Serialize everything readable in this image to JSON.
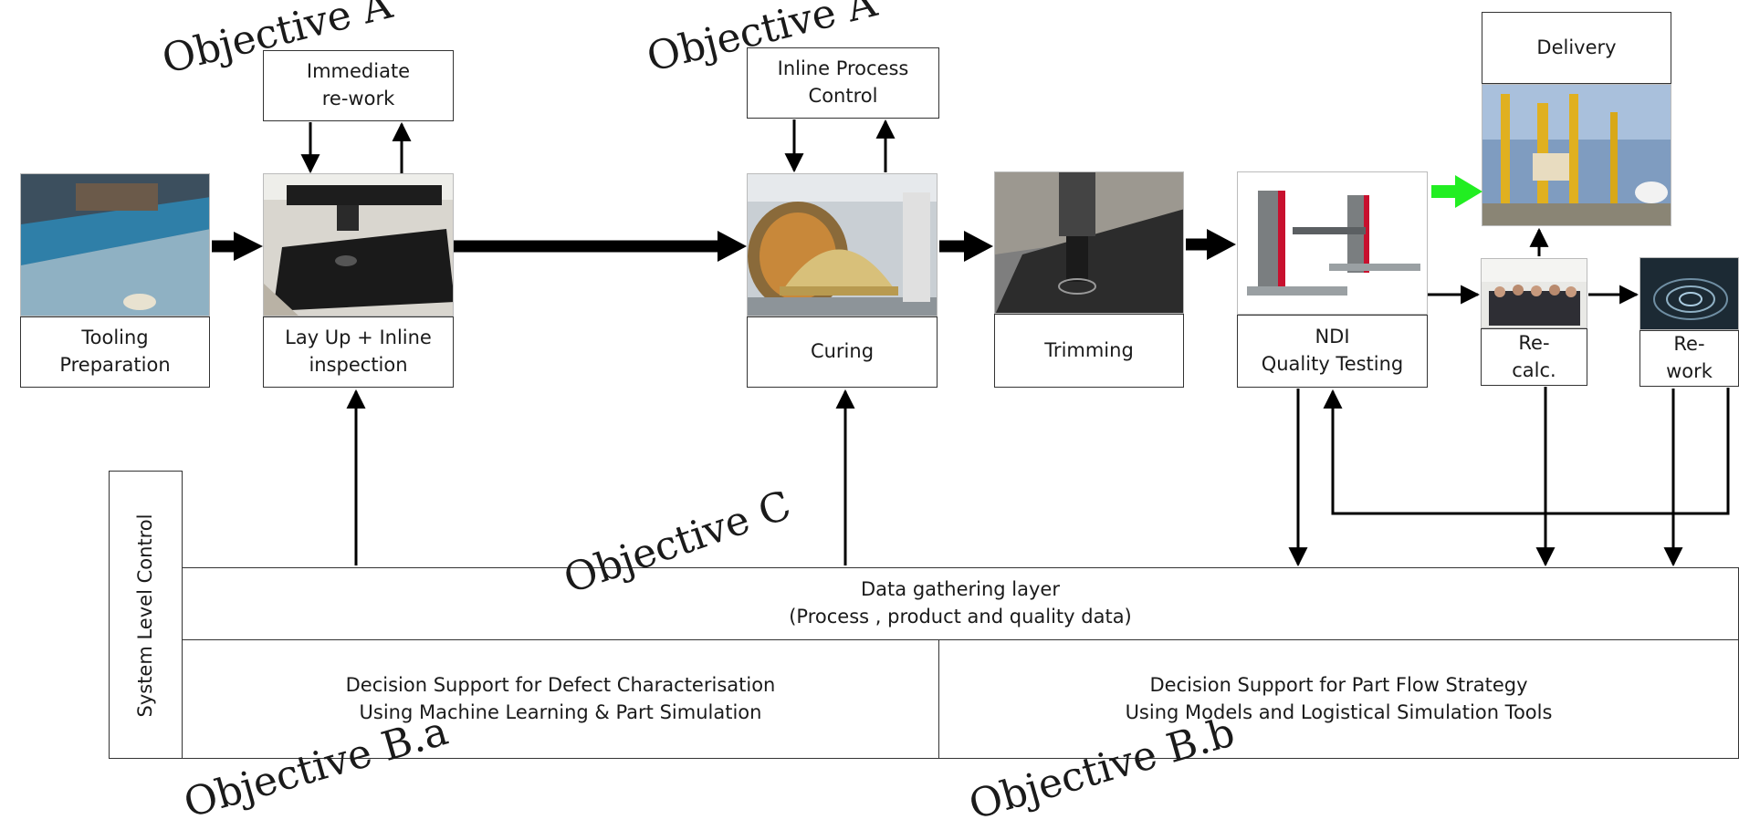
{
  "steps": {
    "tooling": "Tooling\nPreparation",
    "layup": "Lay Up + Inline\ninspection",
    "curing": "Curing",
    "trimming": "Trimming",
    "ndi": "NDI\nQuality Testing",
    "recalc": "Re-\ncalc.",
    "rework": "Re-\nwork",
    "delivery": "Delivery",
    "immediate_rework": "Immediate\nre-work",
    "inline_control": "Inline Process\nControl"
  },
  "layers": {
    "data_gathering": "Data gathering layer\n(Process , product and quality data)",
    "defect_support": "Decision Support for Defect Characterisation\nUsing Machine Learning & Part Simulation",
    "flow_support": "Decision Support for Part Flow Strategy\nUsing Models and Logistical Simulation Tools",
    "system_level": "System Level Control"
  },
  "objectives": {
    "a1": "Objective A",
    "a2": "Objective A",
    "c": "Objective C",
    "ba": "Objective B.a",
    "bb": "Objective B.b"
  },
  "colors": {
    "arrow": "#000000",
    "delivery_arrow": "#22ee22"
  }
}
